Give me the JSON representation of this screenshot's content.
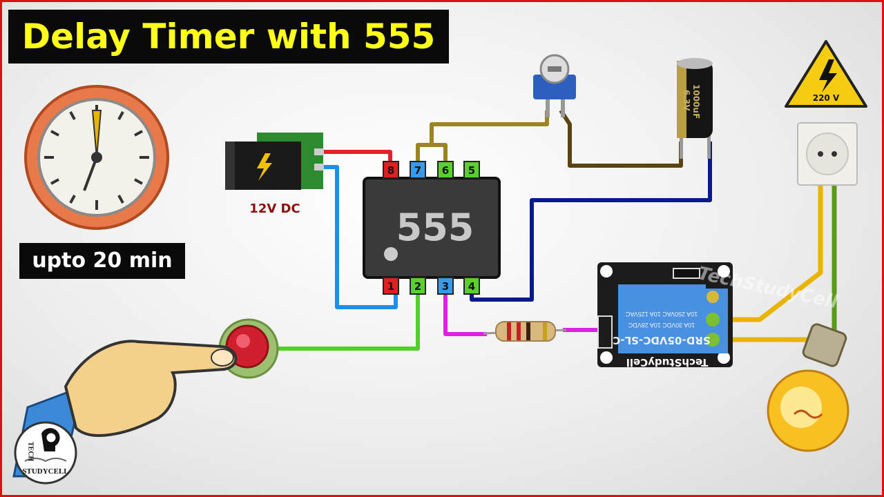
{
  "title": "Delay Timer with 555",
  "timer_label": "upto 20 min",
  "power_label": "12V DC",
  "ic": {
    "label": "555",
    "pins_top": [
      "8",
      "7",
      "6",
      "5"
    ],
    "pins_bottom": [
      "1",
      "2",
      "3",
      "4"
    ]
  },
  "capacitor": {
    "value": "1000uF",
    "voltage": "6.3V"
  },
  "warning": {
    "voltage": "220 V"
  },
  "relay": {
    "model": "SRD-05VDC-SL-C",
    "rating1": "10A 250VAC 10A 125VAC",
    "rating2": "10A 30VDC 10A 28VDC",
    "brand": "TechStudyCell"
  },
  "watermark": "TechStudyCell",
  "logo": {
    "line1": "TECH",
    "line2": "STUDYCELL"
  },
  "colors": {
    "title_text": "#ffff1a",
    "frame": "#e01010",
    "wire_red": "#e8202a",
    "wire_blue": "#1e8fe8",
    "wire_navy": "#0a1a8a",
    "wire_olive": "#9c8420",
    "wire_brown": "#5a4510",
    "wire_green": "#52d02a",
    "wire_magenta": "#e020e0",
    "wire_yellow": "#e8b400",
    "wire_lamp_green": "#5a9a1a"
  }
}
